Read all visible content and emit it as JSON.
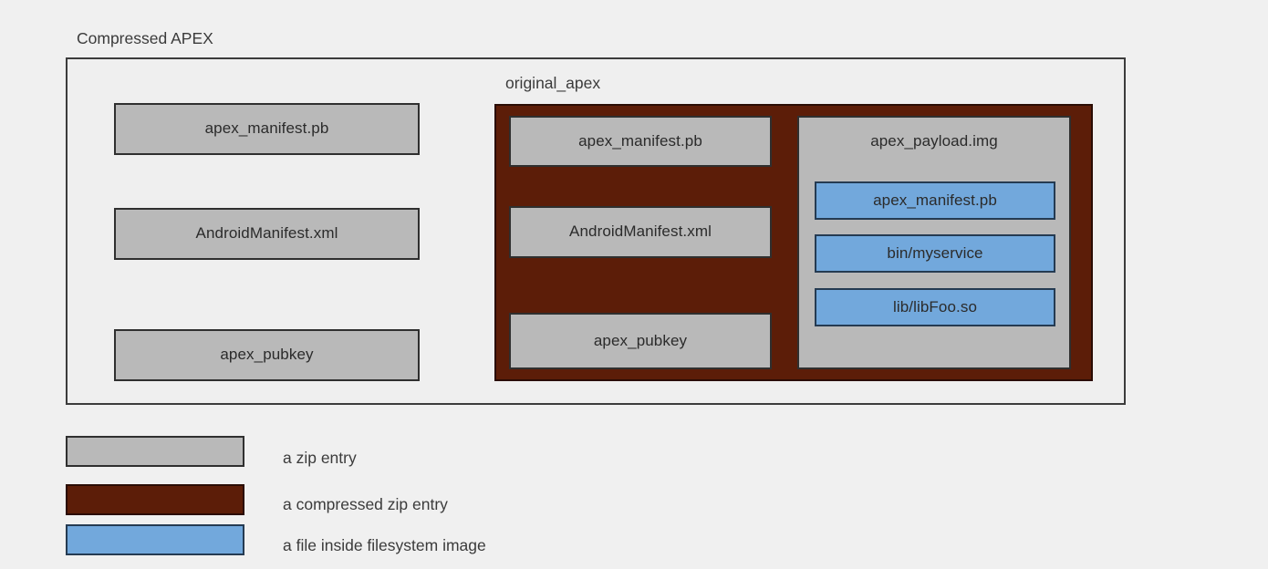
{
  "diagram": {
    "title": "Compressed APEX",
    "inner_title": "original_apex",
    "colors": {
      "background": "#f0f0f0",
      "zip_entry": "#b9b9b9",
      "compressed_zip_entry": "#5c1d08",
      "filesystem_file": "#72a8dc",
      "stroke": "#2f2f2f"
    },
    "outer_entries": [
      {
        "label": "apex_manifest.pb",
        "kind": "zip-entry"
      },
      {
        "label": "AndroidManifest.xml",
        "kind": "zip-entry"
      },
      {
        "label": "apex_pubkey",
        "kind": "zip-entry"
      }
    ],
    "original_apex": {
      "label": "original_apex",
      "kind": "compressed-zip-entry",
      "entries": [
        {
          "label": "apex_manifest.pb",
          "kind": "zip-entry"
        },
        {
          "label": "AndroidManifest.xml",
          "kind": "zip-entry"
        },
        {
          "label": "apex_pubkey",
          "kind": "zip-entry"
        }
      ],
      "payload": {
        "label": "apex_payload.img",
        "kind": "zip-entry",
        "files": [
          {
            "label": "apex_manifest.pb",
            "kind": "filesystem-file"
          },
          {
            "label": "bin/myservice",
            "kind": "filesystem-file"
          },
          {
            "label": "lib/libFoo.so",
            "kind": "filesystem-file"
          }
        ]
      }
    }
  },
  "legend": {
    "items": [
      {
        "label": "a zip entry",
        "color": "#b9b9b9"
      },
      {
        "label": "a compressed zip entry",
        "color": "#5c1d08"
      },
      {
        "label": "a file inside filesystem image",
        "color": "#72a8dc"
      }
    ]
  }
}
